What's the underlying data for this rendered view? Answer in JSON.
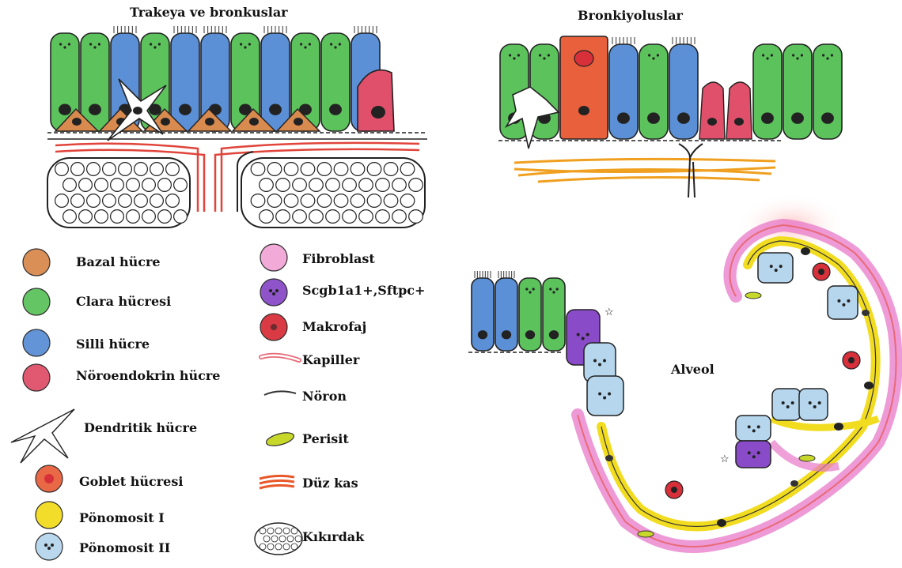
{
  "titles": {
    "trachea": "Trakeya ve bronkuslar",
    "bronchioles": "Bronkiyoluslar",
    "alveolus": "Alveol"
  },
  "legend_left": [
    {
      "label": "Bazal hücre",
      "icon": "basal-cell-icon",
      "color": "#d98a4e"
    },
    {
      "label": "Clara hücresi",
      "icon": "clara-cell-icon",
      "color": "#5cc25c"
    },
    {
      "label": "Silli hücre",
      "icon": "ciliated-cell-icon",
      "color": "#5b8fd6"
    },
    {
      "label": "Nöroendokrin hücre",
      "icon": "neuroendocrine-cell-icon",
      "color": "#e0506a"
    },
    {
      "label": "Dendritik hücre",
      "icon": "dendritic-cell-icon",
      "color": "#ffffff"
    },
    {
      "label": "Goblet hücresi",
      "icon": "goblet-cell-icon",
      "color": "#e8603c"
    },
    {
      "label": "Pönomosit I",
      "icon": "pneumocyte-i-icon",
      "color": "#f2dc20"
    },
    {
      "label": "Pönomosit II",
      "icon": "pneumocyte-ii-icon",
      "color": "#b6d6ee"
    }
  ],
  "legend_right": [
    {
      "label": "Fibroblast",
      "icon": "fibroblast-icon",
      "color": "#f2a6d8"
    },
    {
      "label": "Scgb1a1+,Sftpc+",
      "icon": "scgb1a1-sftpc-cell-icon",
      "color": "#8a4bc8"
    },
    {
      "label": "Makrofaj",
      "icon": "macrophage-icon",
      "color": "#d8303a"
    },
    {
      "label": "Kapiller",
      "icon": "capillary-icon",
      "color": "#e86a78"
    },
    {
      "label": "Nöron",
      "icon": "neuron-icon",
      "color": "#333333"
    },
    {
      "label": "Perisit",
      "icon": "pericyte-icon",
      "color": "#c8d82a"
    },
    {
      "label": "Düz kas",
      "icon": "smooth-muscle-icon",
      "color": "#e8582a"
    },
    {
      "label": "Kıkırdak",
      "icon": "cartilage-icon",
      "color": "#ffffff"
    }
  ],
  "stars": [
    "☆",
    "☆"
  ]
}
